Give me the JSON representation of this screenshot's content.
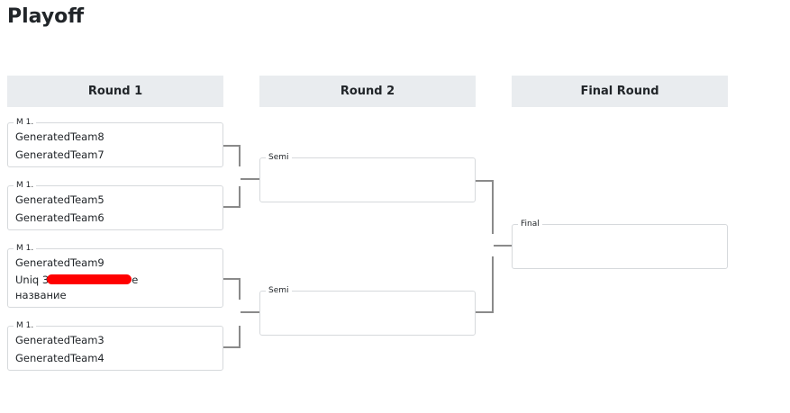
{
  "title": "Playoff",
  "rounds": [
    {
      "label": "Round 1"
    },
    {
      "label": "Round 2"
    },
    {
      "label": "Final Round"
    }
  ],
  "round1": [
    {
      "label": "M 1.",
      "team1": "GeneratedTeam8",
      "team2": "GeneratedTeam7"
    },
    {
      "label": "M 1.",
      "team1": "GeneratedTeam5",
      "team2": "GeneratedTeam6"
    },
    {
      "label": "M 1.",
      "team1": "GeneratedTeam9",
      "team2_start": "Uniq 3",
      "team2_end": "e",
      "team2_line2": "название"
    },
    {
      "label": "M 1.",
      "team1": "GeneratedTeam3",
      "team2": "GeneratedTeam4"
    }
  ],
  "round2": [
    {
      "label": "Semi"
    },
    {
      "label": "Semi"
    }
  ],
  "final": {
    "label": "Final"
  },
  "colors": {
    "header_bg": "#e9ecef",
    "redaction": "#ff0000"
  }
}
